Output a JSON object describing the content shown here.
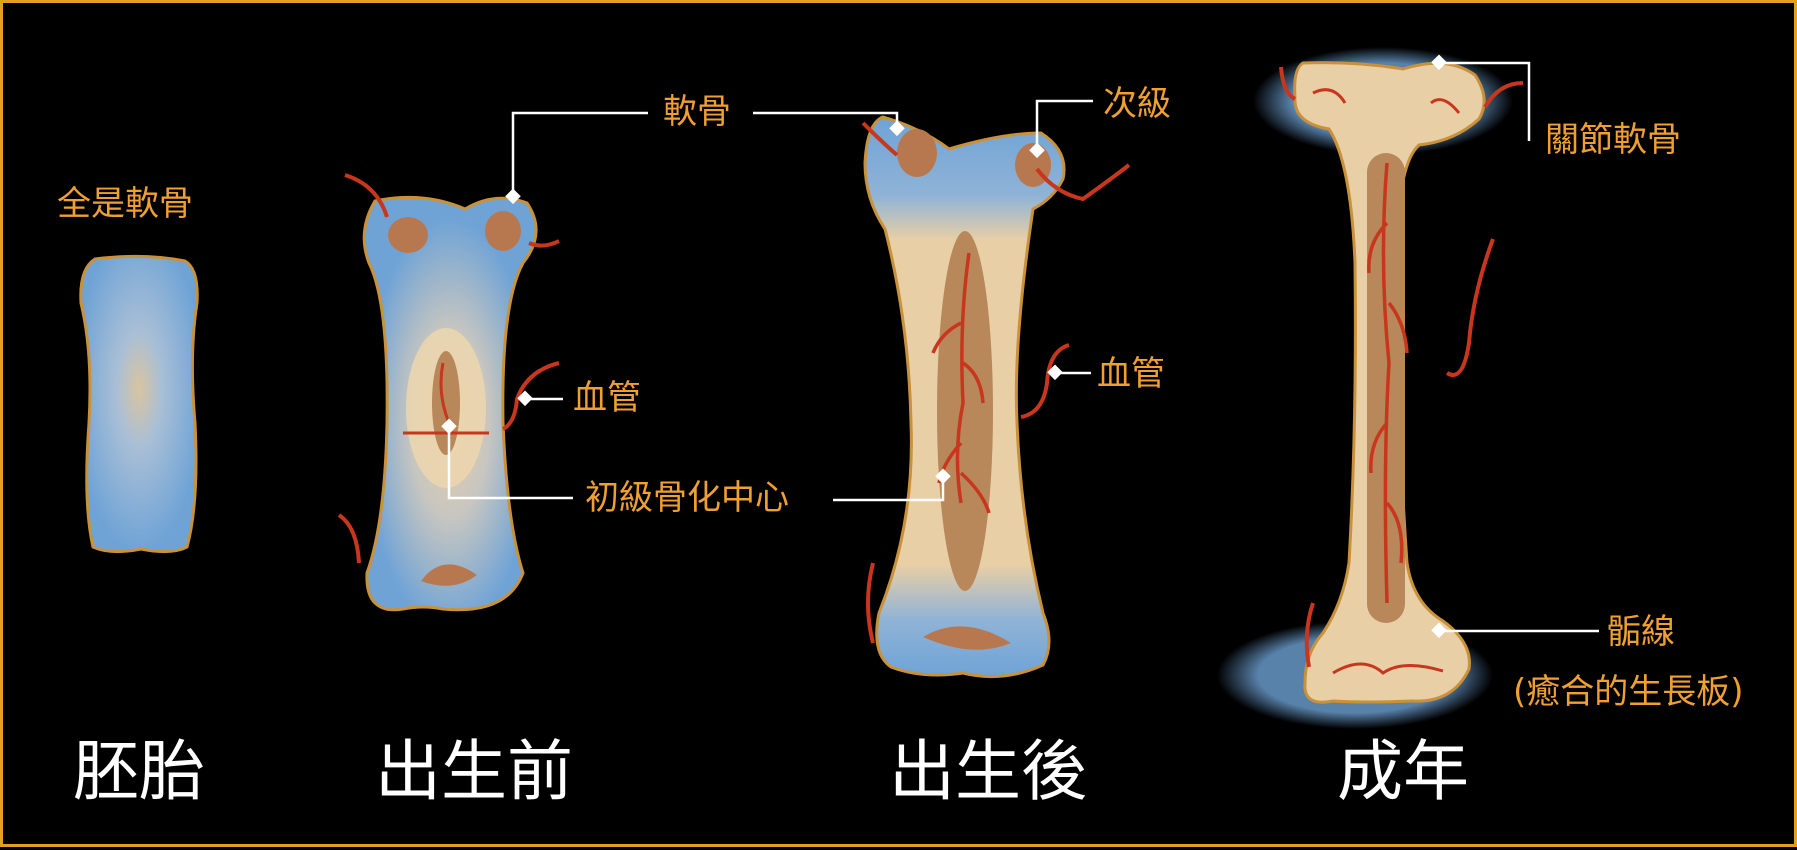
{
  "stages": [
    {
      "title": "胚胎"
    },
    {
      "title": "出生前"
    },
    {
      "title": "出生後"
    },
    {
      "title": "成年"
    }
  ],
  "labels": {
    "all_cartilage": "全是軟骨",
    "cartilage": "軟骨",
    "secondary": "次級",
    "blood_vessel_prenatal": "血管",
    "blood_vessel_postnatal": "血管",
    "primary_ossification_center": "初級骨化中心",
    "articular_cartilage": "關節軟骨",
    "epiphyseal_line": "骺線",
    "healed_growth_plate": "(癒合的生長板)"
  },
  "colors": {
    "background": "#000000",
    "frame": "#e0a020",
    "label_text": "#f0a030",
    "title_text": "#ffffff",
    "cartilage": "#6fa3d6",
    "bone": "#e8cfa6",
    "marrow": "#b8875a",
    "vessel": "#c8361e",
    "outline": "#c9913a"
  }
}
